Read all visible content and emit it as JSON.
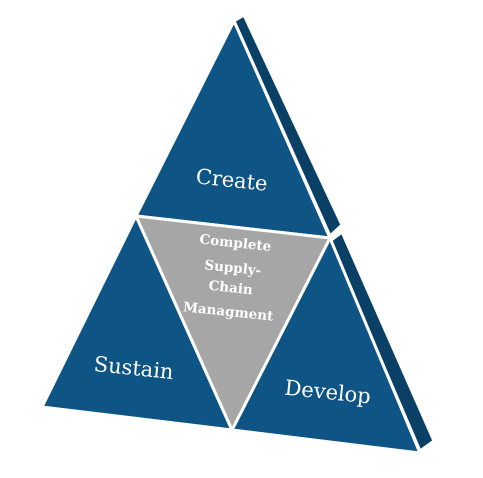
{
  "diagram": {
    "segments": {
      "create": "Create",
      "sustain": "Sustain",
      "develop": "Develop",
      "center_lines": [
        "Complete",
        "Supply-",
        "Chain",
        "Managment"
      ]
    },
    "colors": {
      "segment_fill": "#0e5484",
      "side_fill": "#0a3f66",
      "center_fill": "#a6a6a6",
      "outline": "#ffffff",
      "text": "#ffffff"
    }
  }
}
